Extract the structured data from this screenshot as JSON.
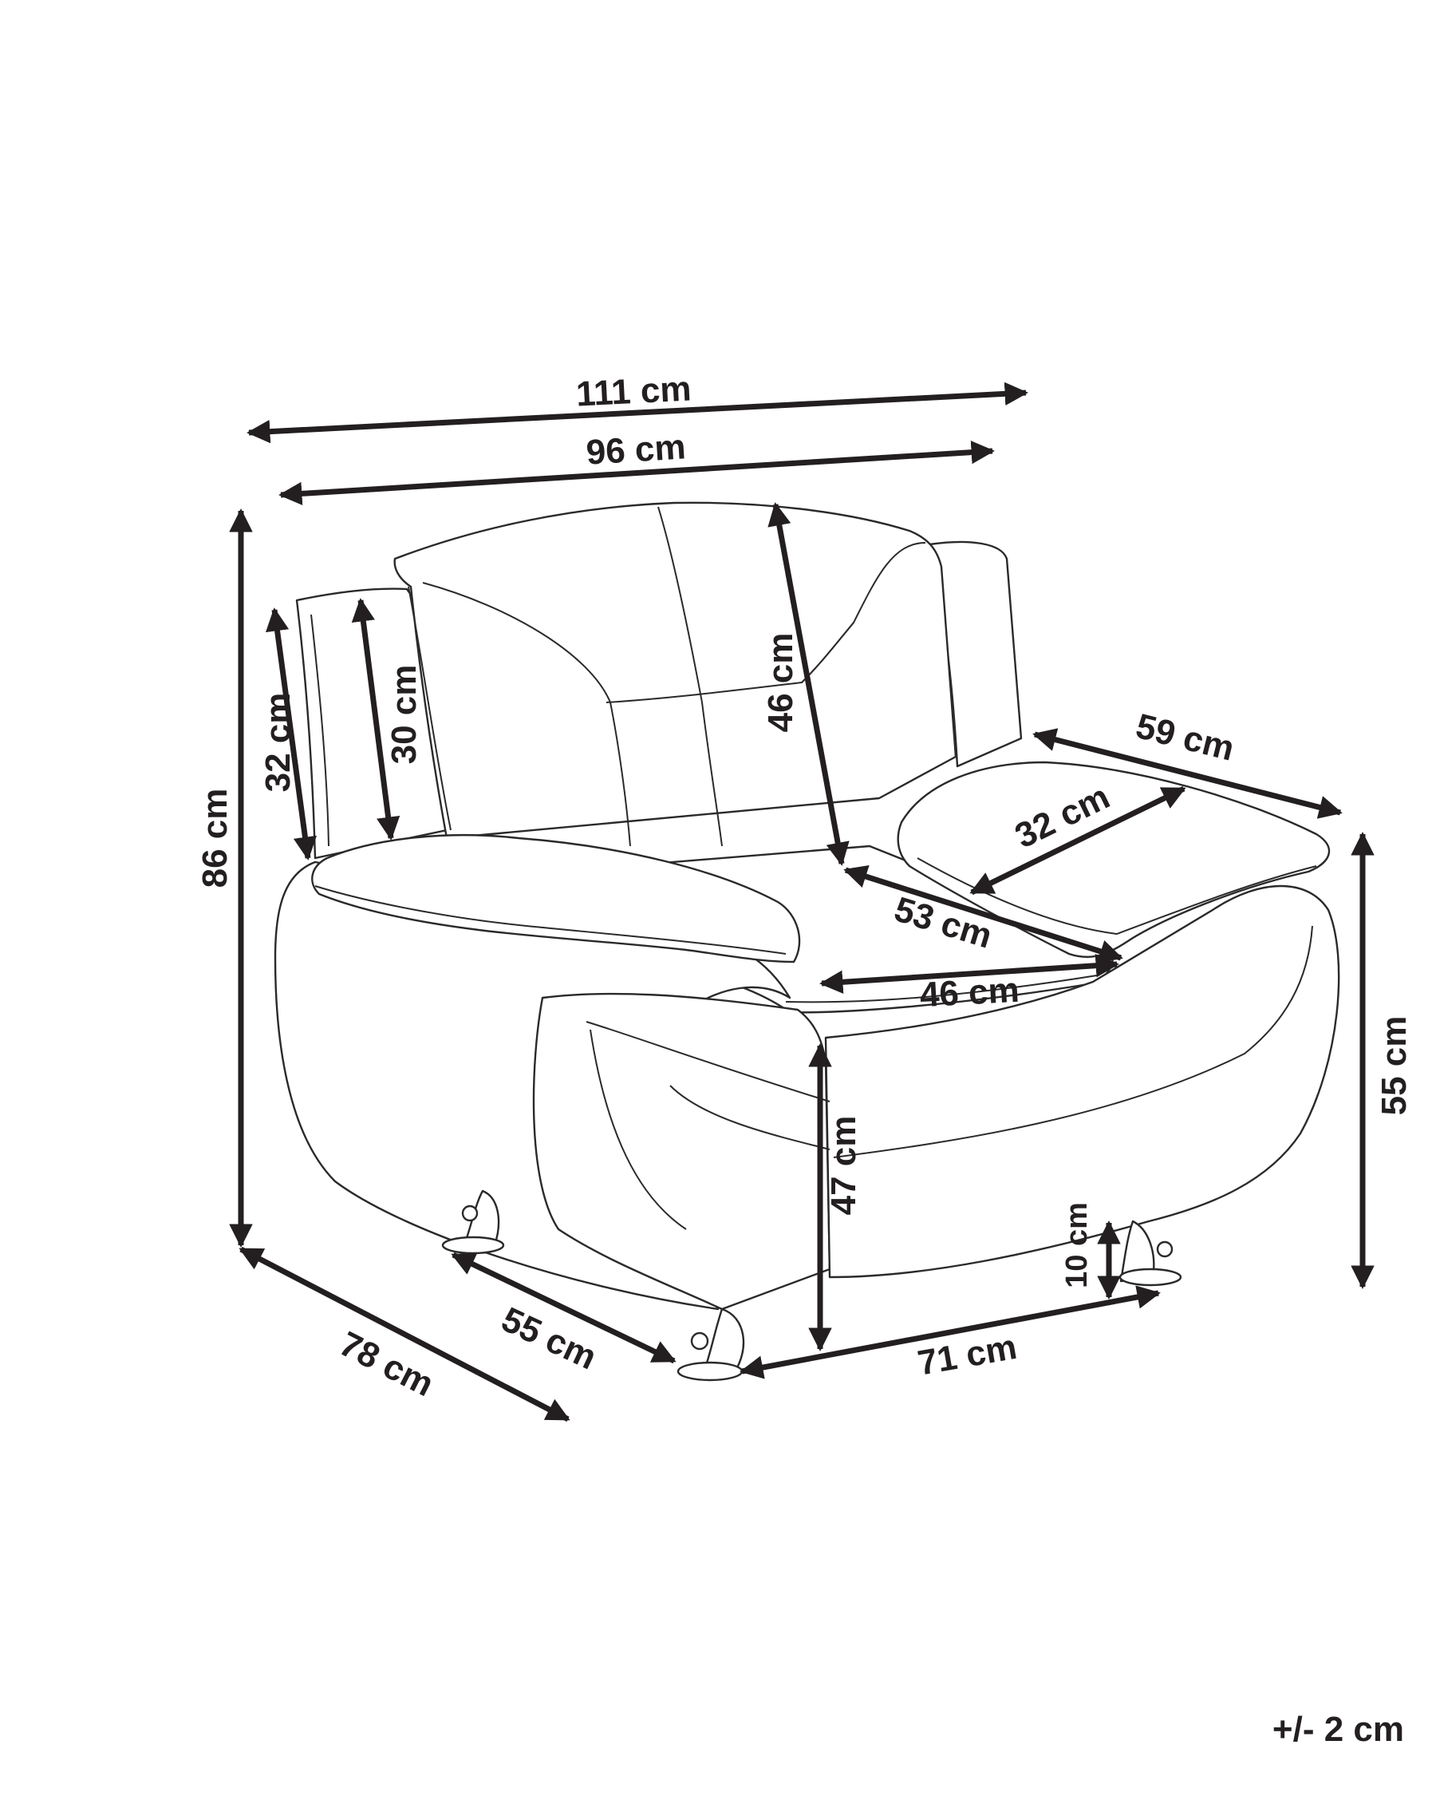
{
  "diagram": {
    "subject": "armchair dimension drawing",
    "line_color": "#231f20",
    "dimensions": {
      "overall_width": "111 cm",
      "back_width": "96 cm",
      "overall_height": "86 cm",
      "armrest_outer_height": "32 cm",
      "armrest_inner_height": "30 cm",
      "backrest_height": "46 cm",
      "armrest_length": "59 cm",
      "armrest_width": "32 cm",
      "seat_depth": "53 cm",
      "seat_width": "46 cm",
      "arm_height": "55 cm",
      "seat_height": "47 cm",
      "leg_height": "10 cm",
      "overall_depth": "78 cm",
      "base_depth": "55 cm",
      "base_width": "71 cm"
    },
    "tolerance": "+/- 2 cm"
  }
}
